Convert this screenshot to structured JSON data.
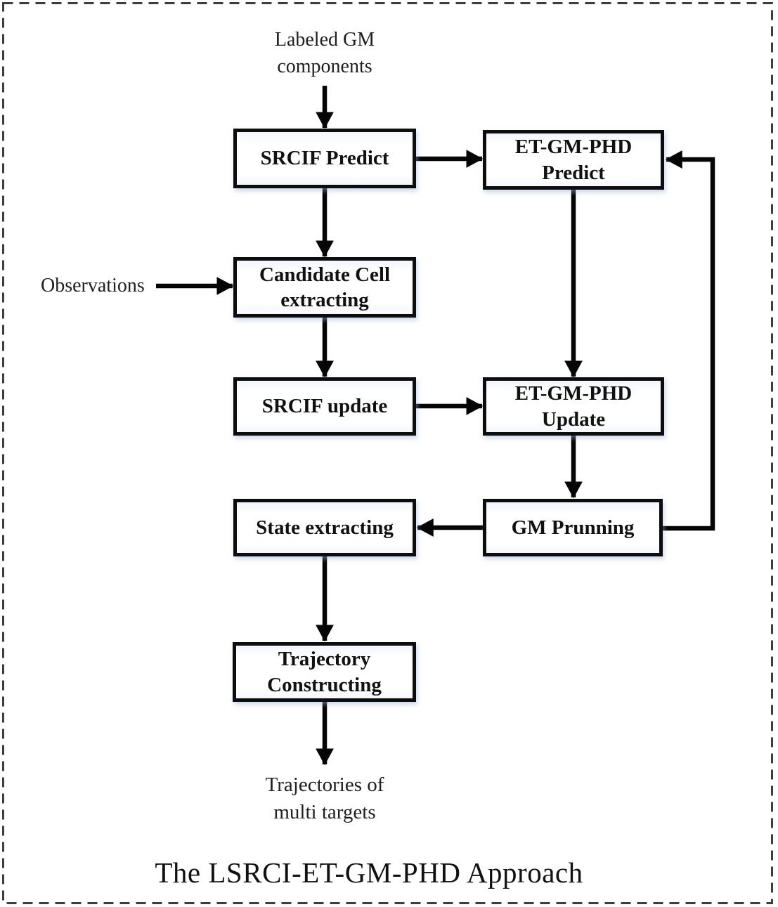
{
  "figure": {
    "caption": "The LSRCI-ET-GM-PHD Approach",
    "colors": {
      "outer_border": "#3d3d3d",
      "box_border": "#0d0d0d",
      "box_fill": "#ffffff",
      "arrow": "#050505",
      "text": "#1a1a1a"
    }
  },
  "labels": {
    "input_top": "Labeled GM\ncomponents",
    "observations": "Observations",
    "output_bottom": "Trajectories of\nmulti targets"
  },
  "boxes": {
    "srcif_predict": {
      "label": "SRCIF Predict"
    },
    "et_gm_phd_predict": {
      "label": "ET-GM-PHD\nPredict"
    },
    "candidate_cell_extracting": {
      "label": "Candidate Cell\nextracting"
    },
    "srcif_update": {
      "label": "SRCIF update"
    },
    "et_gm_phd_update": {
      "label": "ET-GM-PHD\nUpdate"
    },
    "gm_prunning": {
      "label": "GM Prunning"
    },
    "state_extracting": {
      "label": "State extracting"
    },
    "trajectory_constructing": {
      "label": "Trajectory\nConstructing"
    }
  }
}
